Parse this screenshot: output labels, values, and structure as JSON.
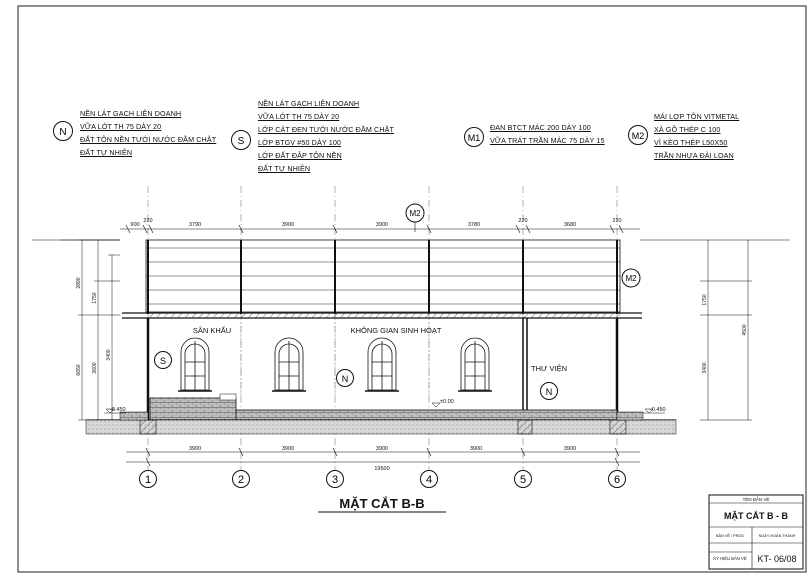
{
  "title": "MẶT CẮT B-B",
  "callouts": {
    "N": {
      "tag": "N",
      "lines": [
        "NỀN LÁT GẠCH LIÊN DOANH",
        "VỮA LÓT TH 75 DÀY 20",
        "ĐẤT TÔN NỀN TƯỚI NƯỚC ĐẦM CHẶT",
        "ĐẤT TỰ NHIÊN"
      ]
    },
    "S": {
      "tag": "S",
      "lines": [
        "NỀN LÁT GẠCH LIÊN DOANH",
        "VỮA LÓT TH 75 DÀY 20",
        "LỚP CÁT ĐEN TƯỚI NƯỚC ĐẦM CHẶT",
        "LỚP BTGV #50 DÀY 100",
        "LỚP ĐẤT ĐẮP TÔN NỀN",
        "ĐẤT TỰ NHIÊN"
      ]
    },
    "M1": {
      "tag": "M1",
      "lines": [
        "ĐAN BTCT MÁC 200 DÀY 100",
        "VỮA TRÁT TRẦN MÁC 75 DÀY 15"
      ]
    },
    "M2": {
      "tag": "M2",
      "lines": [
        "MÁI LỢP TÔN VITMETAL",
        "XÀ GỒ THÉP C 100",
        "VÌ KÈO THÉP L50X50",
        "TRẦN NHỰA ĐÀI LOAN"
      ]
    }
  },
  "rooms": {
    "stage": "SÂN KHẤU",
    "hall": "KHÔNG GIAN SINH HOẠT",
    "library": "THƯ VIỆN"
  },
  "dimensions": {
    "top": [
      "900",
      "220",
      "3790",
      "3900",
      "3900",
      "3780",
      "220",
      "3680",
      "220"
    ],
    "bottom": [
      "3900",
      "3900",
      "3900",
      "3900",
      "3900"
    ],
    "overall": "19500",
    "left_vertical": [
      "2890",
      "1750",
      "3400",
      "3600",
      "6650"
    ],
    "right_vertical": [
      "1750",
      "3400",
      "4500"
    ],
    "levels": [
      "-0.450",
      "±0.00",
      "-0.450"
    ]
  },
  "grid_axes": [
    "1",
    "2",
    "3",
    "4",
    "5",
    "6"
  ],
  "section_tags": [
    "M2",
    "M2",
    "S",
    "N",
    "N"
  ],
  "title_block": {
    "header": "TÊN BẢN VẼ",
    "drawing_name": "MẶT CẮT B - B",
    "row_labels": [
      "BẢN VẼ / PROD",
      "NGÀY HOÀN THÀNH"
    ],
    "sheet_label": "KÝ HIỆU BẢN VẼ",
    "sheet_no": "KT- 06/08"
  }
}
